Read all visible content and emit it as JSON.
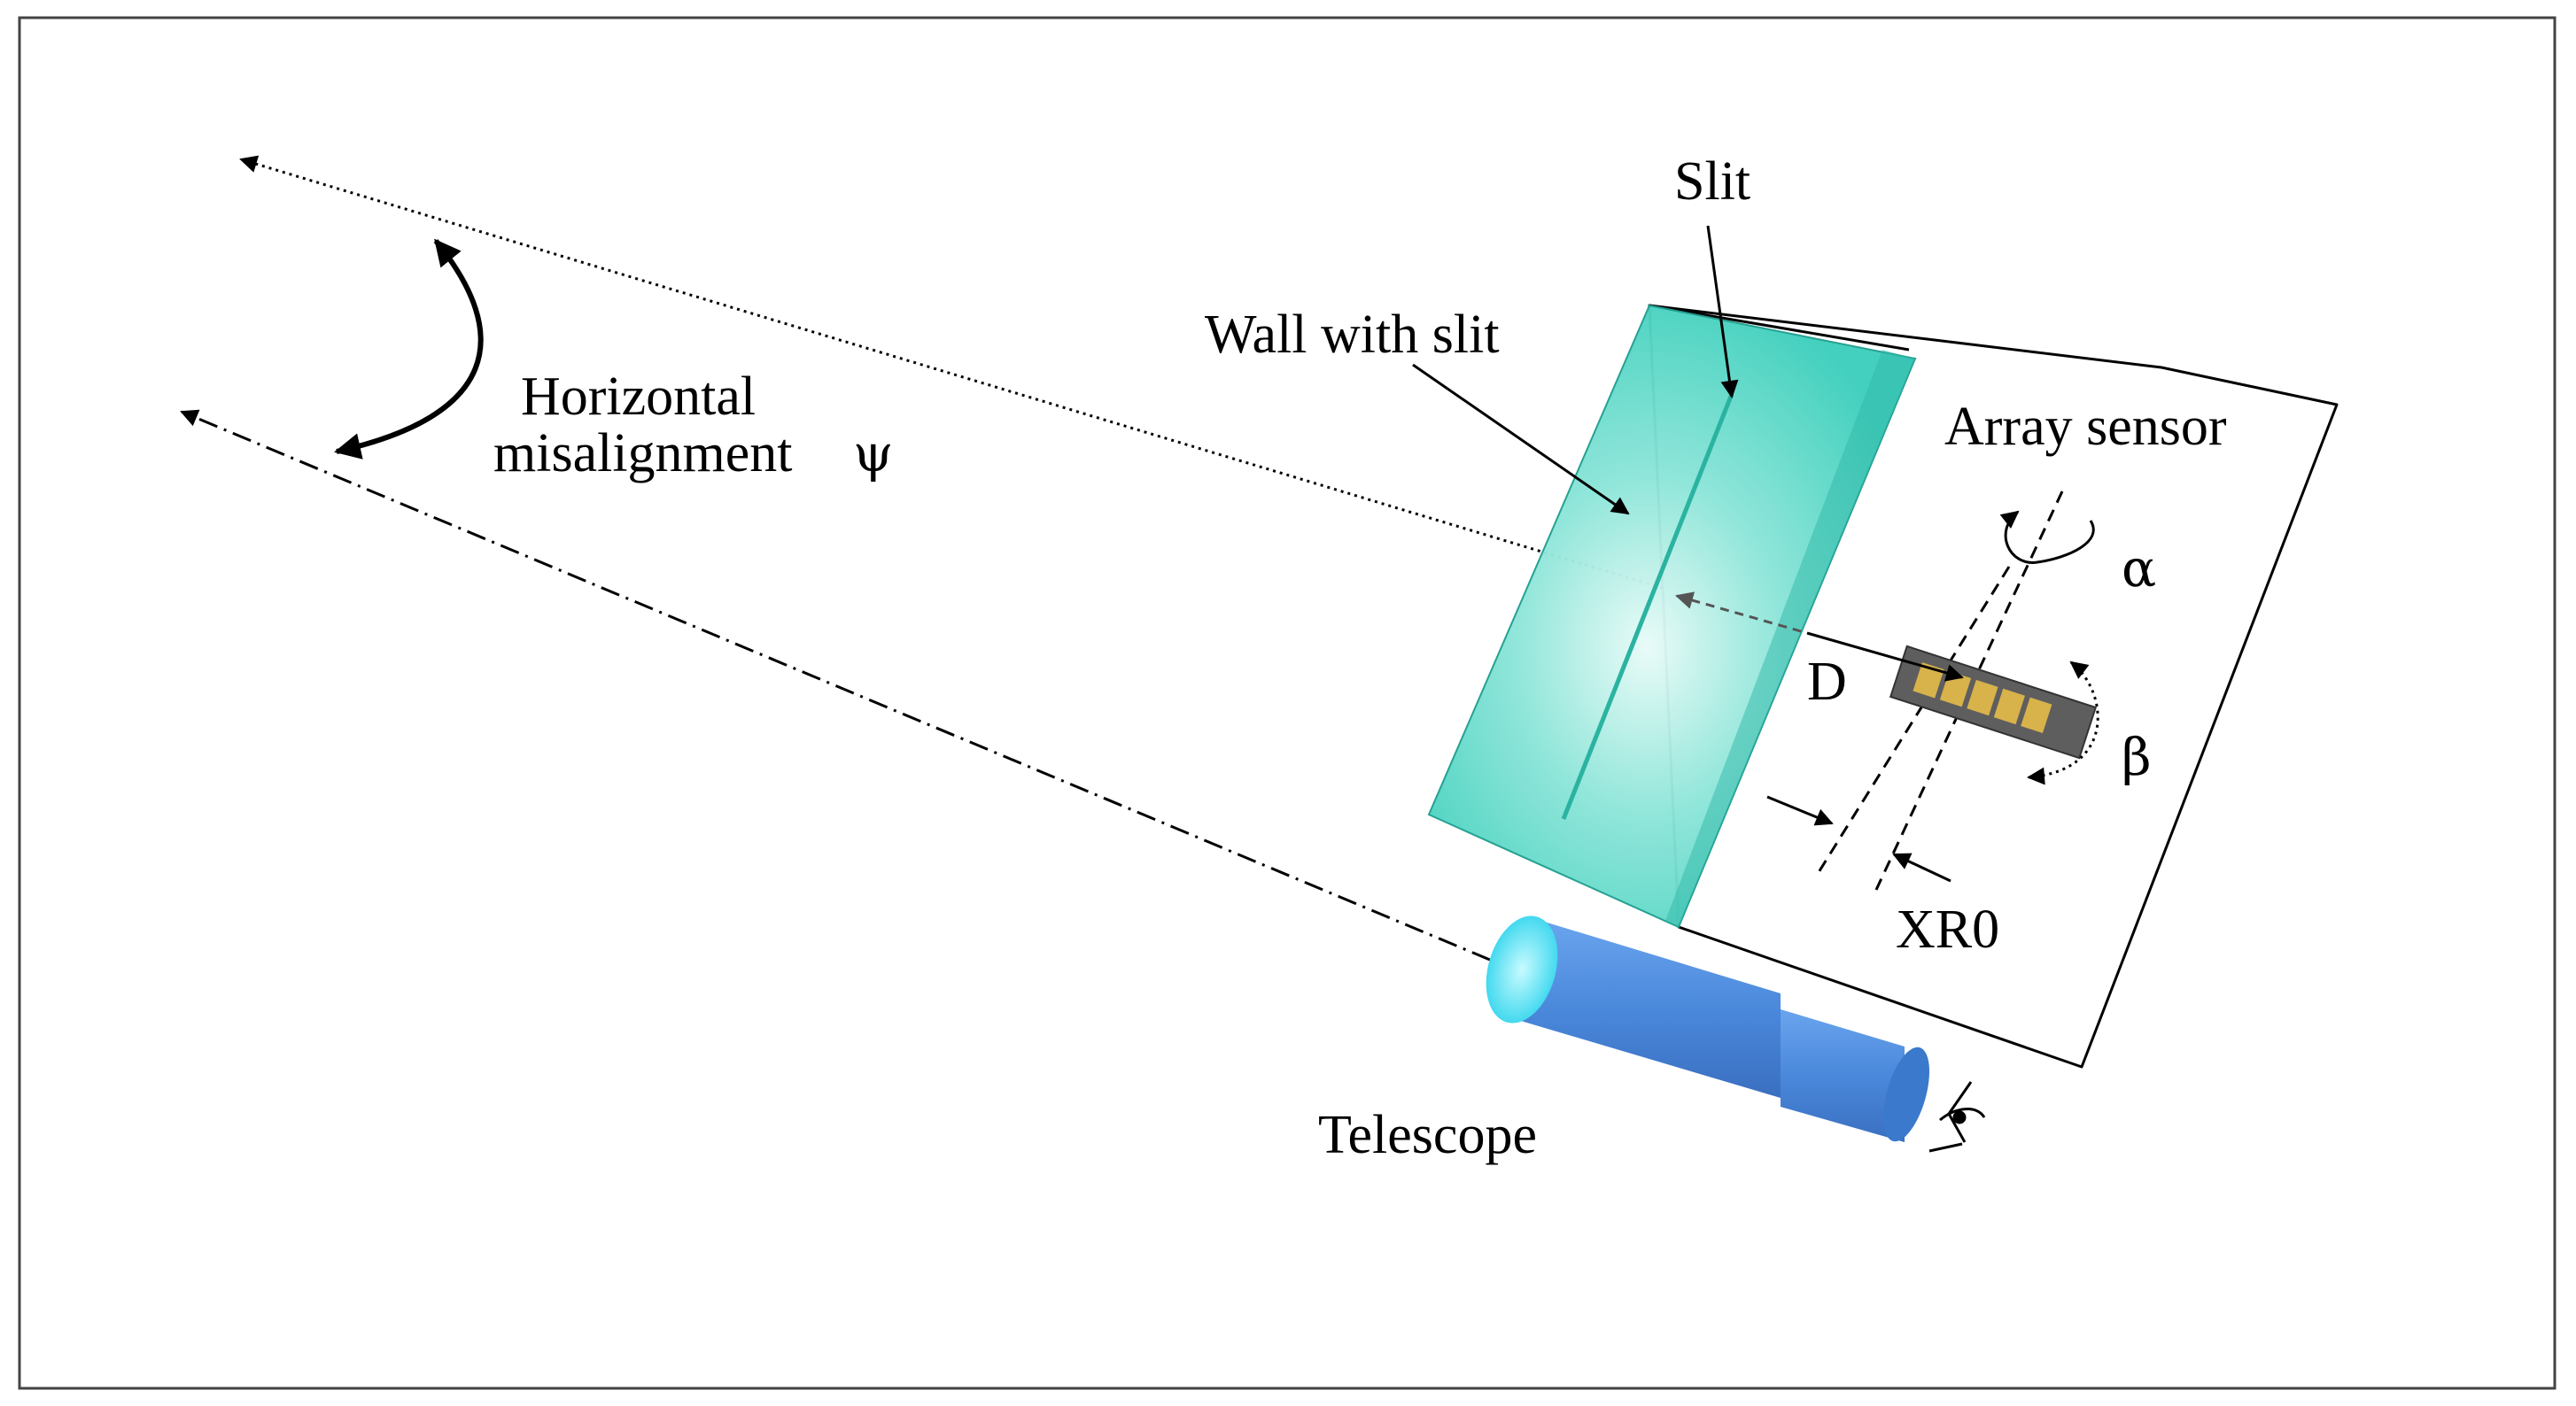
{
  "labels": {
    "slit": "Slit",
    "wall": "Wall with slit",
    "array_sensor": "Array sensor",
    "misalignment_line1": "Horizontal",
    "misalignment_line2": "misalignment",
    "psi": "ψ",
    "alpha": "α",
    "beta": "β",
    "distance": "D",
    "offset": "XR0",
    "telescope": "Telescope"
  },
  "colors": {
    "wall_fill": "#3ecfbd",
    "wall_glow": "#e9fbf8",
    "telescope_fill": "#4a88db",
    "telescope_lens": "#5fe8f6",
    "sensor_body": "#5e5e5e",
    "sensor_pixels": "#d8b24a",
    "line": "#000000"
  }
}
